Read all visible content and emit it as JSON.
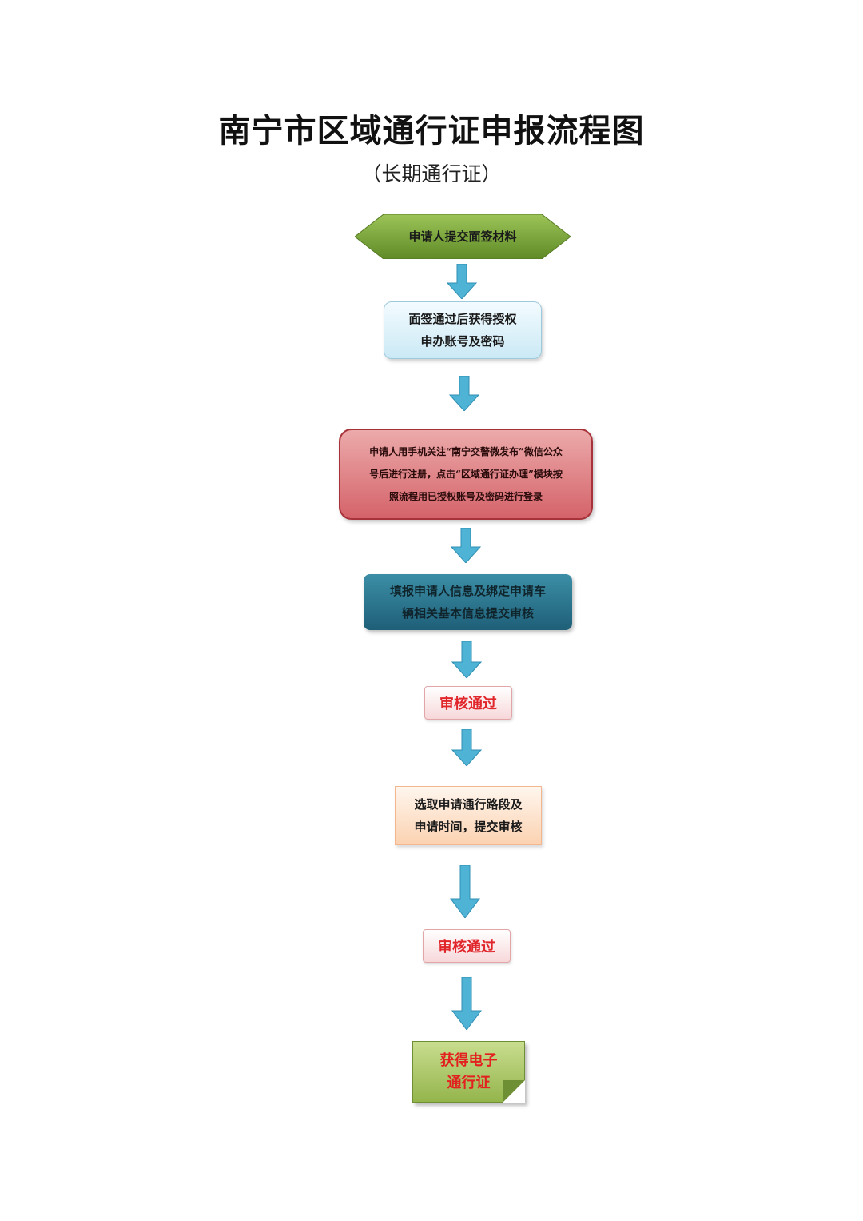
{
  "title": "南宁市区域通行证申报流程图",
  "subtitle": "（长期通行证）",
  "steps": [
    {
      "lines": [
        "申请人提交面签材料"
      ]
    },
    {
      "lines": [
        "面签通过后获得授权",
        "申办账号及密码"
      ]
    },
    {
      "lines": [
        "申请人用手机关注“南宁交警微发布”微信公众",
        "号后进行注册，点击“区域通行证办理”模块按",
        "照流程用已授权账号及密码进行登录"
      ]
    },
    {
      "lines": [
        "填报申请人信息及绑定申请车",
        "辆相关基本信息提交审核"
      ]
    },
    {
      "lines": [
        "审核通过"
      ]
    },
    {
      "lines": [
        "选取申请通行路段及",
        "申请时间，提交审核"
      ]
    },
    {
      "lines": [
        "审核通过"
      ]
    },
    {
      "lines": [
        "获得电子",
        "通行证"
      ]
    }
  ],
  "colors": {
    "arrow": "#4fb3d6",
    "start_hexagon": "#6e9a2f",
    "review_text": "#e0262b"
  }
}
